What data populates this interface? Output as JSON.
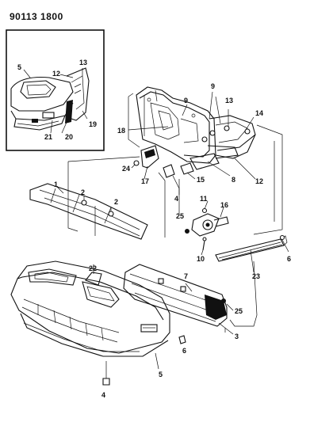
{
  "header": {
    "code": "90113 1800"
  },
  "callouts": [
    {
      "id": "c1",
      "text": "1"
    },
    {
      "id": "c2a",
      "text": "2"
    },
    {
      "id": "c2b",
      "text": "2"
    },
    {
      "id": "c3",
      "text": "3"
    },
    {
      "id": "c4a",
      "text": "4"
    },
    {
      "id": "c4b",
      "text": "4"
    },
    {
      "id": "c5a",
      "text": "5"
    },
    {
      "id": "c5b",
      "text": "5"
    },
    {
      "id": "c6a",
      "text": "6"
    },
    {
      "id": "c6b",
      "text": "6"
    },
    {
      "id": "c7",
      "text": "7"
    },
    {
      "id": "c8",
      "text": "8"
    },
    {
      "id": "c9a",
      "text": "9"
    },
    {
      "id": "c9b",
      "text": "9"
    },
    {
      "id": "c10",
      "text": "10"
    },
    {
      "id": "c11",
      "text": "11"
    },
    {
      "id": "c12a",
      "text": "12"
    },
    {
      "id": "c12b",
      "text": "12"
    },
    {
      "id": "c13a",
      "text": "13"
    },
    {
      "id": "c13b",
      "text": "13"
    },
    {
      "id": "c14",
      "text": "14"
    },
    {
      "id": "c15",
      "text": "15"
    },
    {
      "id": "c16",
      "text": "16"
    },
    {
      "id": "c17",
      "text": "17"
    },
    {
      "id": "c18",
      "text": "18"
    },
    {
      "id": "c19",
      "text": "19"
    },
    {
      "id": "c20",
      "text": "20"
    },
    {
      "id": "c21",
      "text": "21"
    },
    {
      "id": "c22",
      "text": "22"
    },
    {
      "id": "c23",
      "text": "23"
    },
    {
      "id": "c24",
      "text": "24"
    },
    {
      "id": "c25a",
      "text": "25"
    },
    {
      "id": "c25b",
      "text": "25"
    }
  ]
}
